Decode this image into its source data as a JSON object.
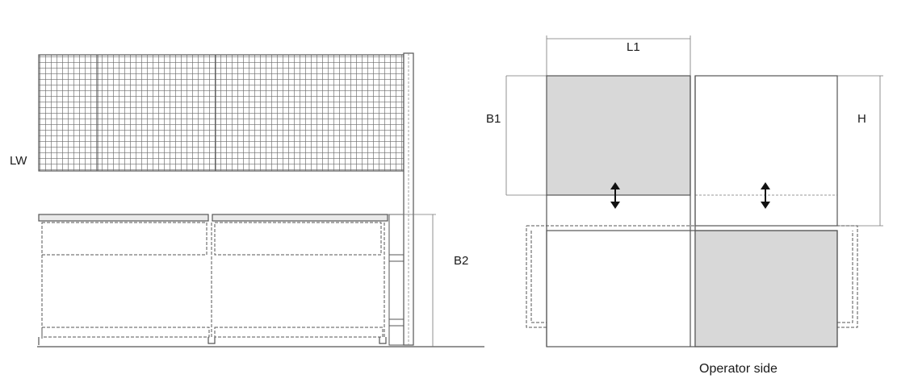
{
  "side_view": {
    "labels": {
      "lw": "LW",
      "b2": "B2"
    }
  },
  "top_view": {
    "labels": {
      "l1": "L1",
      "b1": "B1",
      "h": "H"
    },
    "caption": "Operator side"
  },
  "colors": {
    "stroke": "#555555",
    "shade": "#d8d8d8",
    "mesh": "#6a6a6a"
  },
  "icons": [
    "double-arrow-icon"
  ]
}
